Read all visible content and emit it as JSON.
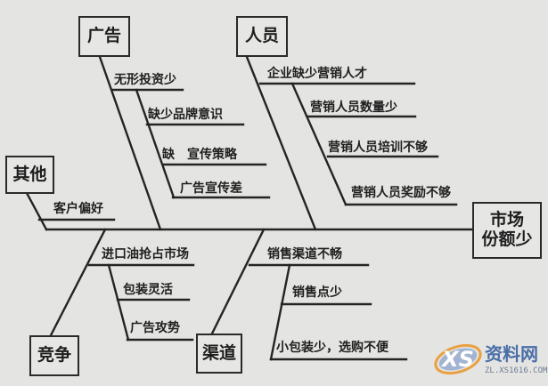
{
  "diagram": {
    "type": "fishbone",
    "effect": {
      "label": "市场\n份额少",
      "line1": "市场",
      "line2": "份额少"
    },
    "categories": [
      {
        "id": "advertising",
        "label": "广告",
        "causes": [
          "无形投资少",
          "缺少品牌意识",
          "缺　宣传策略",
          "广告宣传差"
        ]
      },
      {
        "id": "personnel",
        "label": "人员",
        "causes": [
          "企业缺少营销人才",
          "营销人员数量少",
          "营销人员培训不够",
          "营销人员奖励不够"
        ]
      },
      {
        "id": "other",
        "label": "其他",
        "causes": [
          "客户偏好"
        ]
      },
      {
        "id": "competition",
        "label": "竞争",
        "causes": [
          "进口油抢占市场",
          "包装灵活",
          "广告攻势"
        ]
      },
      {
        "id": "channel",
        "label": "渠道",
        "causes": [
          "销售渠道不畅",
          "销售点少",
          "小包装少，选购不便"
        ]
      }
    ]
  },
  "watermark": {
    "logo": "XS",
    "text": "资料网",
    "url": "ZL.XS1616.COM"
  },
  "colors": {
    "background": "#e4e4e2",
    "ink": "#222222",
    "watermark_blue": "#4a6fa8",
    "watermark_orange": "#e8a040"
  }
}
